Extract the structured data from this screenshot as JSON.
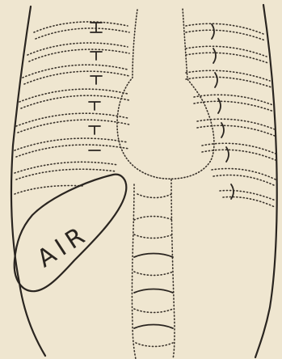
{
  "diagram": {
    "region_label": "AIR",
    "colors": {
      "background": "#efe6d0",
      "ink": "#2a2520"
    },
    "structures": [
      "body-outline-left",
      "body-outline-right",
      "left-ribs",
      "right-ribs",
      "heart-shadow",
      "spine",
      "air-pocket"
    ]
  }
}
